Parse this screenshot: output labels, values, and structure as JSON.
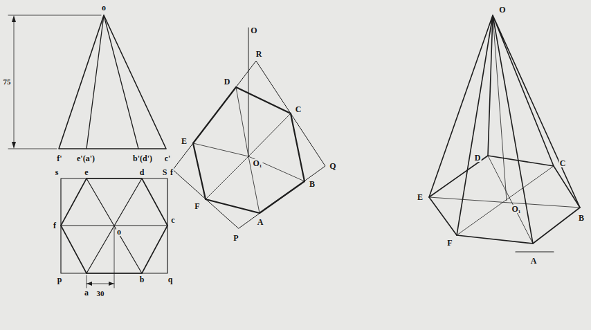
{
  "diagram": {
    "labels": [
      "o",
      "75",
      "f'",
      "e'(a')",
      "b'(d')",
      "c'",
      "s",
      "e",
      "d",
      "f",
      "f",
      "c",
      "o",
      "p",
      "a",
      "b",
      "q",
      "30",
      "O",
      "R",
      "D",
      "C",
      "Q",
      "E",
      "O₁",
      "B",
      "S",
      "F",
      "A",
      "P",
      "O",
      "D",
      "E",
      "C",
      "O₁",
      "B",
      "F",
      "A"
    ]
  }
}
